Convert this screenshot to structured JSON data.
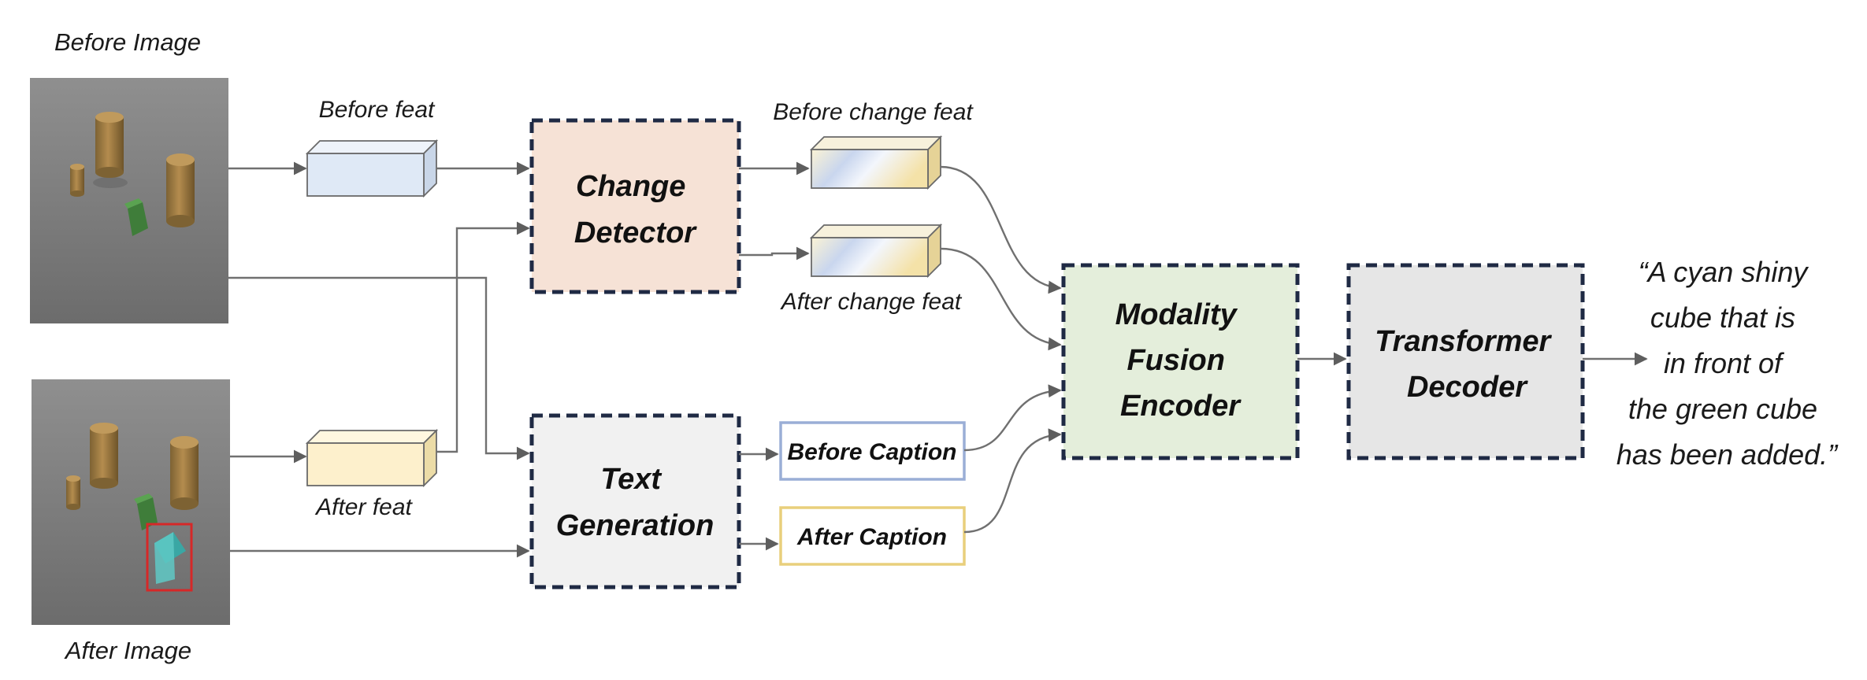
{
  "images": {
    "before_label": "Before Image",
    "after_label": "After Image"
  },
  "features": {
    "before_feat": "Before feat",
    "after_feat": "After feat",
    "before_change_feat": "Before change feat",
    "after_change_feat": "After change feat"
  },
  "modules": {
    "change_detector": [
      "Change",
      "Detector"
    ],
    "text_generation": [
      "Text",
      "Generation"
    ],
    "modality_fusion_encoder": [
      "Modality",
      "Fusion",
      "Encoder"
    ],
    "transformer_decoder": [
      "Transformer",
      "Decoder"
    ]
  },
  "captions": {
    "before_caption": "Before Caption",
    "after_caption": "After Caption"
  },
  "output": {
    "lines": [
      "“A cyan shiny",
      "cube that is",
      "in front of",
      "the green cube",
      "has been added.”"
    ]
  },
  "colors": {
    "change_detector_fill": "#f6e2d6",
    "text_generation_fill": "#f1f1f1",
    "fusion_fill": "#e4eedb",
    "decoder_fill": "#e6e6e6",
    "dashed_border": "#1f2a44",
    "before_caption_border": "#9aaed6",
    "after_caption_border": "#e9cf7c",
    "before_feat_fill": "#dfe9f6",
    "after_feat_fill": "#fdf0cc",
    "change_marker": "#d62828"
  }
}
